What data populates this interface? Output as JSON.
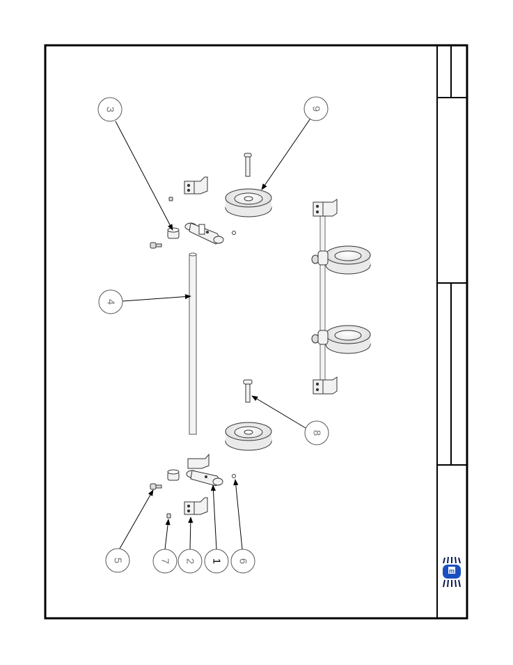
{
  "drawing": {
    "balloons": {
      "b1": "1",
      "b2": "2",
      "b3": "3",
      "b4": "4",
      "b5": "5",
      "b6": "6",
      "b7": "7",
      "b8": "8",
      "b9": "9"
    }
  },
  "logo": {
    "colors": {
      "primary": "#1a4fc0",
      "dark": "#0a1a5a"
    }
  },
  "colors": {
    "line": "#000000",
    "part": "#f2f2f2",
    "partEdge": "#333333"
  }
}
